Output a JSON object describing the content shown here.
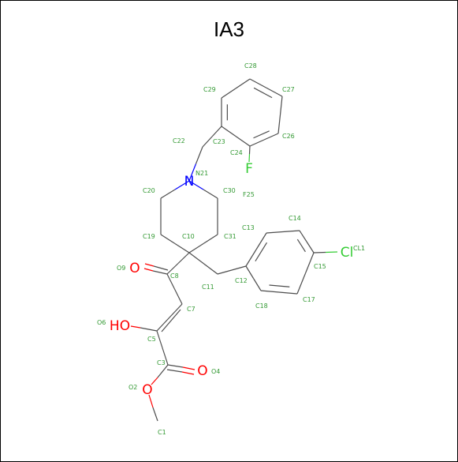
{
  "title": "IA3",
  "colors": {
    "bond": "#4d4d4d",
    "index_label": "#339933",
    "oxygen": "#ff0000",
    "nitrogen": "#0000ff",
    "halogen": "#33cc33"
  },
  "atom_symbols": {
    "O9": "O",
    "O6": "HO",
    "O4": "O",
    "O2": "O",
    "N21": "N",
    "F25": "F",
    "CL1": "Cl"
  },
  "atom_labels": {
    "C1": "C1",
    "O2": "O2",
    "C3": "C3",
    "O4": "O4",
    "C5": "C5",
    "O6": "O6",
    "C7": "C7",
    "C8": "C8",
    "O9": "O9",
    "C10": "C10",
    "C11": "C11",
    "C12": "C12",
    "C13": "C13",
    "C14": "C14",
    "C15": "C15",
    "CL1": "CL1",
    "C17": "C17",
    "C18": "C18",
    "C19": "C19",
    "C20": "C20",
    "N21": "N21",
    "C22": "C22",
    "C23": "C23",
    "C24": "C24",
    "F25": "F25",
    "C26": "C26",
    "C27": "C27",
    "C28": "C28",
    "C29": "C29",
    "C30": "C30",
    "C31": "C31"
  }
}
